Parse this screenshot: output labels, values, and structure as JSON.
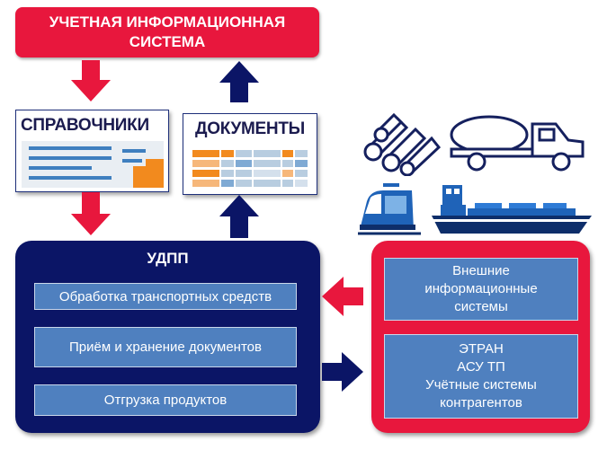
{
  "top_system": {
    "line1": "УЧЕТНАЯ ИНФОРМАЦИОННАЯ",
    "line2": "СИСТЕМА"
  },
  "reference_card": {
    "title": "СПРАВОЧНИКИ"
  },
  "documents_card": {
    "title": "ДОКУМЕНТЫ"
  },
  "udpp": {
    "title": "УДПП",
    "items": [
      "Обработка транспортных средств",
      "Приём и хранение документов",
      "Отгрузка продуктов"
    ]
  },
  "external": {
    "block1": [
      "Внешние",
      "информационные",
      "системы"
    ],
    "block2": [
      "ЭТРАН",
      "АСУ ТП",
      "Учётные системы",
      "контрагентов"
    ]
  },
  "colors": {
    "red": "#e8173d",
    "navy": "#0b1566",
    "box_blue": "#4f80bf",
    "orange": "#f28a1e"
  },
  "icons": [
    "pipes-icon",
    "tanker-truck-icon",
    "train-icon",
    "tanker-ship-icon"
  ]
}
